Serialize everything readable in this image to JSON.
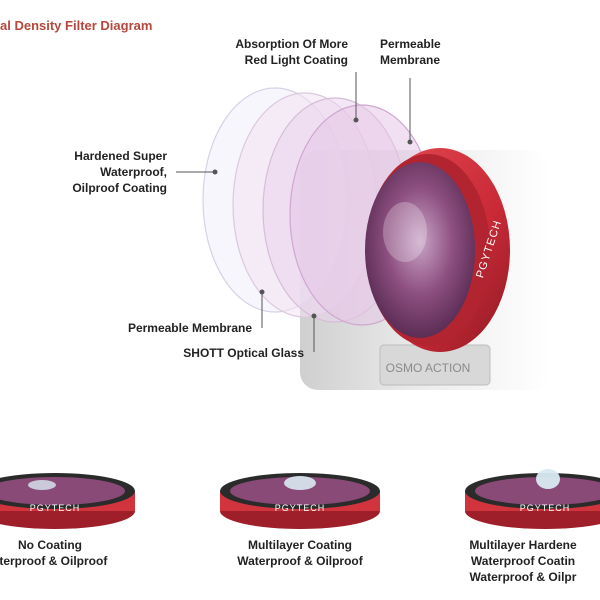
{
  "title": "al Density Filter Diagram",
  "colors": {
    "title": "#b5473c",
    "filter_ring": "#d2343e",
    "filter_ring_dark": "#9e1f2a",
    "lens_glass": "#8a4a78",
    "lens_tint": "#e9c6e6",
    "leader_line": "#555555"
  },
  "callouts": {
    "absorption": "Absorption Of More\nRed Light Coating",
    "permeable_top": "Permeable\nMembrane",
    "hardened": "Hardened Super\nWaterproof,\nOilproof Coating",
    "permeable_bottom": "Permeable Membrane",
    "schott": "SHOTT Optical Glass"
  },
  "camera": {
    "brand_ring": "PGYTECH",
    "model_plate": "OSMO ACTION"
  },
  "products": [
    {
      "brand": "PGYTECH",
      "line1": "No Coating",
      "line2": "aterproof & Oilproof"
    },
    {
      "brand": "PGYTECH",
      "line1": "Multilayer Coating",
      "line2": "Waterproof & Oilproof"
    },
    {
      "brand": "PGYTECH",
      "line1": "Multilayer Hardene",
      "line2": "Waterproof Coatin",
      "line3": "Waterproof & Oilpr"
    }
  ]
}
